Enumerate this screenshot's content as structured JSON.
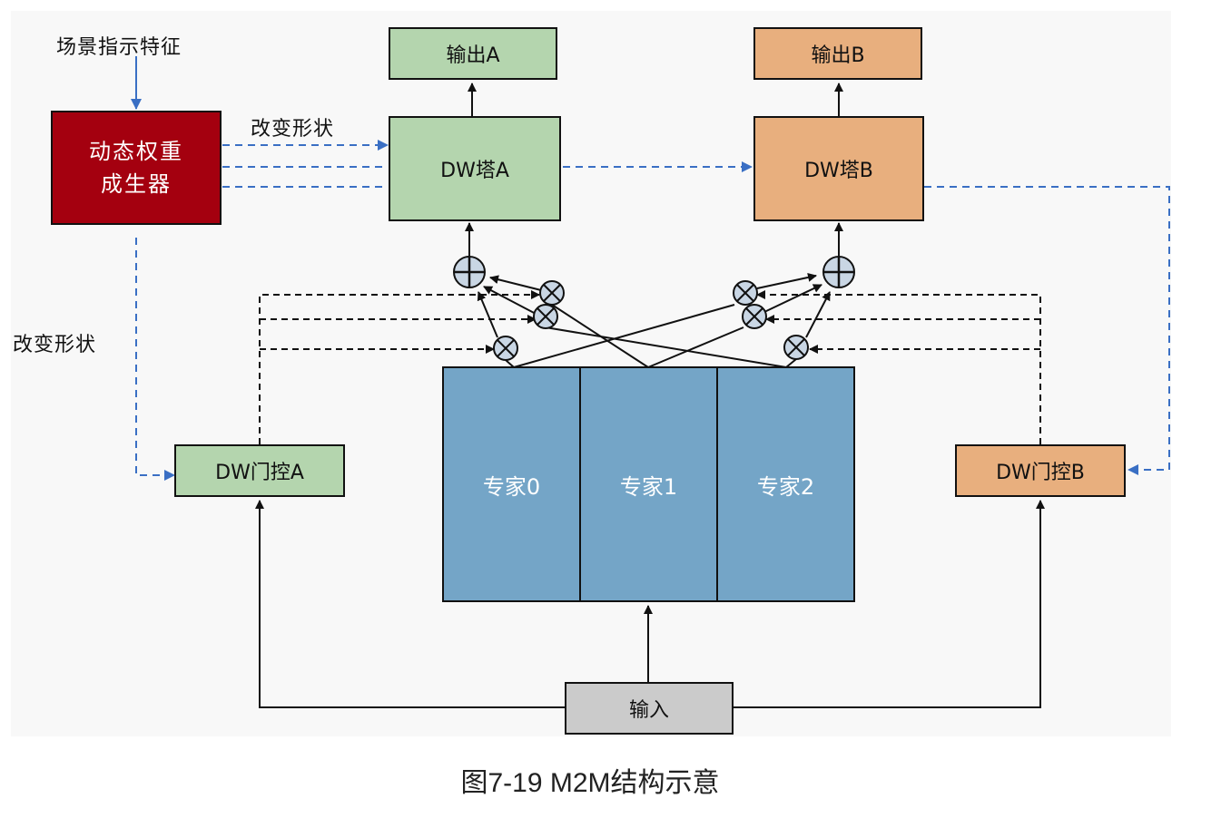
{
  "labels": {
    "scene_feature": "场景指示特征",
    "reshape_top": "改变形状",
    "reshape_left": "改变形状"
  },
  "boxes": {
    "generator": "动态权重成生器",
    "output_a": "输出A",
    "output_b": "输出B",
    "tower_a": "DW塔A",
    "tower_b": "DW塔B",
    "gate_a": "DW门控A",
    "gate_b": "DW门控B",
    "input": "输入",
    "experts": [
      "专家0",
      "专家1",
      "专家2"
    ]
  },
  "caption": "图7-19 M2M结构示意",
  "colors": {
    "green": "#b4d5ae",
    "orange": "#e8af7e",
    "red": "#a4000f",
    "blue": "#74a5c7",
    "gray": "#cbcbcb",
    "dashed_blue": "#3a6fc4"
  }
}
